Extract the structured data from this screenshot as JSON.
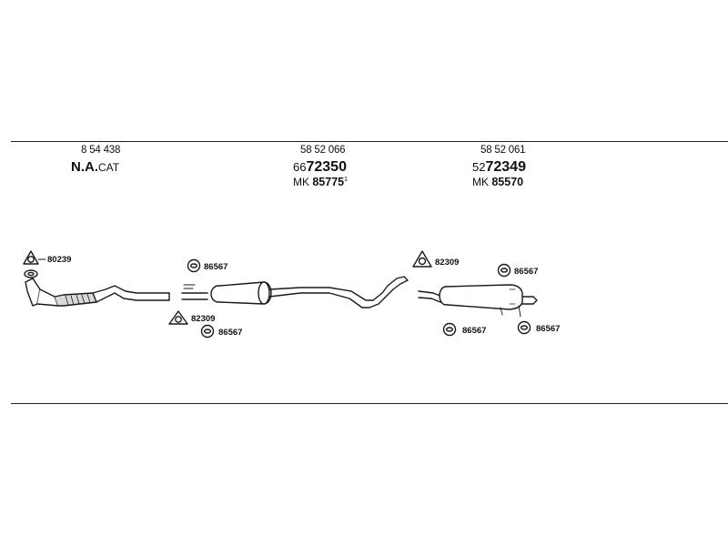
{
  "header": {
    "cat": {
      "part_no": "8 54 438",
      "label_bold": "N.A.",
      "label_small": "CAT"
    },
    "middle": {
      "part_no": "58 52 066",
      "code_prefix": "66",
      "code_main": "72350",
      "mk_prefix": "MK",
      "mk_number": "85775",
      "mk_sup": "1"
    },
    "rear": {
      "part_no": "58 52 061",
      "code_prefix": "52",
      "code_main": "72349",
      "mk_prefix": "MK",
      "mk_number": "85570"
    }
  },
  "callouts": {
    "front_gasket": "80239",
    "mid_hanger_top": "86567",
    "mid_clamp": "82309",
    "mid_hanger_bottom": "86567",
    "rear_clamp": "82309",
    "rear_hanger_top": "86567",
    "rear_hanger_bottom_left": "86567",
    "rear_hanger_bottom_right": "86567"
  }
}
